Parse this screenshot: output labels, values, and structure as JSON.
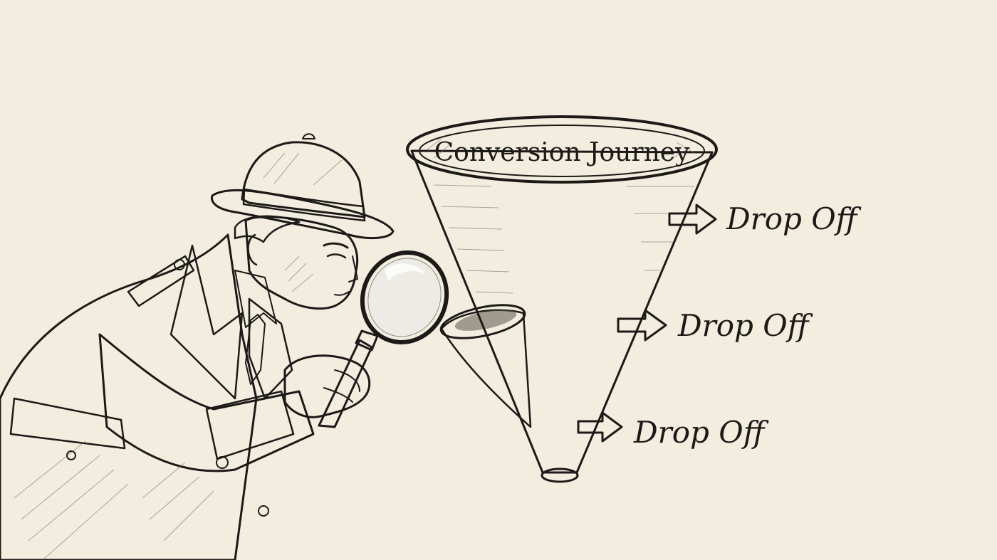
{
  "funnel": {
    "title": "Conversion Journey",
    "drop_offs": [
      {
        "label": "Drop Off"
      },
      {
        "label": "Drop Off"
      },
      {
        "label": "Drop Off"
      }
    ]
  },
  "colors": {
    "paper": "#f3ede0",
    "ink": "#1c1a17"
  },
  "icons": [
    "detective-icon",
    "magnifying-glass-icon",
    "funnel-icon",
    "arrow-right-icon"
  ]
}
